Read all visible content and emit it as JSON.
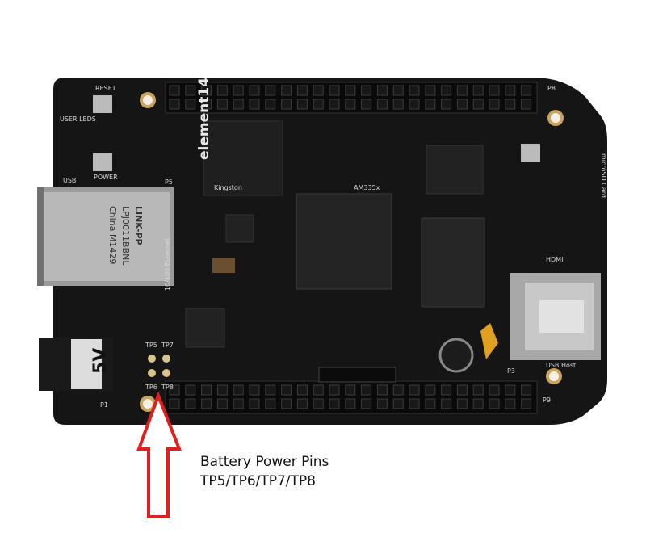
{
  "caption": {
    "line1": "Battery Power Pins",
    "line2": "TP5/TP6/TP7/TP8"
  },
  "board_labels": {
    "brand": "element14",
    "ethernet_label": "10/100 Ethernet",
    "jack_brand": "LINK-PP",
    "jack_model": "LPJ0011BBNL",
    "jack_origin": "China M1429",
    "power_label": "5V",
    "processor": "AM335x",
    "ram_brand": "Kingston",
    "hdmi": "HDMI",
    "usb_host": "USB Host",
    "microsd": "microSD Card",
    "reset": "RESET",
    "power_btn": "POWER",
    "user_leds": "USER LEDS",
    "usb": "USB",
    "p8": "P8",
    "p9": "P9",
    "p1": "P1",
    "p3": "P3",
    "p5": "P5",
    "tp5": "TP5",
    "tp6": "TP6",
    "tp7": "TP7",
    "tp8": "TP8"
  },
  "colors": {
    "board": "#141414",
    "arrow": "#e02020",
    "connector": "#0c0c0c"
  }
}
